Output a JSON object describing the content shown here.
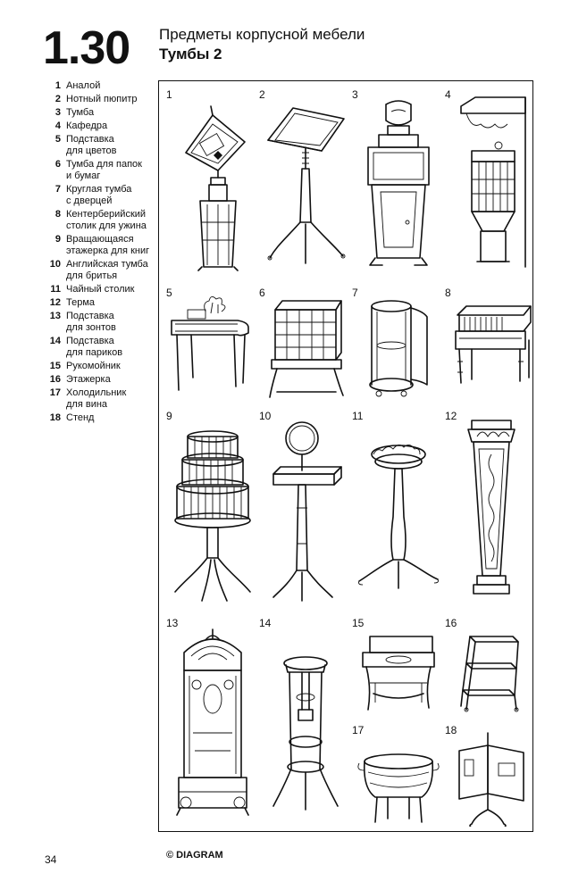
{
  "header": {
    "section_number": "1.30",
    "category": "Предметы корпусной мебели",
    "subtitle": "Тумбы 2"
  },
  "legend": [
    {
      "num": "1",
      "label": "Аналой"
    },
    {
      "num": "2",
      "label": "Нотный пюпитр"
    },
    {
      "num": "3",
      "label": "Тумба"
    },
    {
      "num": "4",
      "label": "Кафедра"
    },
    {
      "num": "5",
      "label": "Подставка\nдля цветов"
    },
    {
      "num": "6",
      "label": "Тумба для папок\nи бумаг"
    },
    {
      "num": "7",
      "label": "Круглая тумба\nс дверцей"
    },
    {
      "num": "8",
      "label": "Кентерберийский\nстолик для ужина"
    },
    {
      "num": "9",
      "label": "Вращающаяся\nэтажерка для книг"
    },
    {
      "num": "10",
      "label": "Английская тумба\nдля бритья"
    },
    {
      "num": "11",
      "label": "Чайный столик"
    },
    {
      "num": "12",
      "label": "Терма"
    },
    {
      "num": "13",
      "label": "Подставка\nдля зонтов"
    },
    {
      "num": "14",
      "label": "Подставка\nдля париков"
    },
    {
      "num": "15",
      "label": "Рукомойник"
    },
    {
      "num": "16",
      "label": "Этажерка"
    },
    {
      "num": "17",
      "label": "Холодильник\nдля вина"
    },
    {
      "num": "18",
      "label": "Стенд"
    }
  ],
  "figures": [
    {
      "label": "1"
    },
    {
      "label": "2"
    },
    {
      "label": "3"
    },
    {
      "label": "4"
    },
    {
      "label": "5"
    },
    {
      "label": "6"
    },
    {
      "label": "7"
    },
    {
      "label": "8"
    },
    {
      "label": "9"
    },
    {
      "label": "10"
    },
    {
      "label": "11"
    },
    {
      "label": "12"
    },
    {
      "label": "13"
    },
    {
      "label": "14"
    },
    {
      "label": "15"
    },
    {
      "label": "16"
    },
    {
      "label": "17"
    },
    {
      "label": "18"
    }
  ],
  "footer": {
    "page_number": "34",
    "copyright": "© DIAGRAM"
  }
}
